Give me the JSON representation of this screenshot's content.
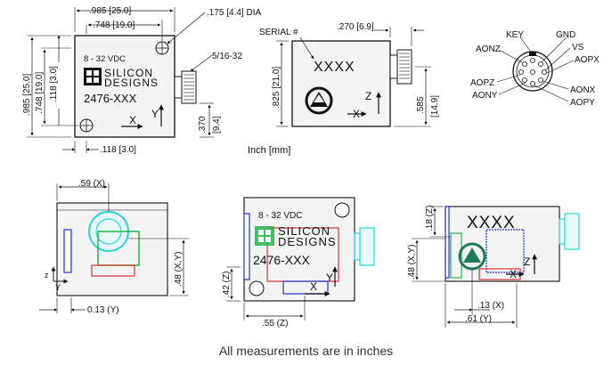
{
  "top_left": {
    "dim_top_outer": ".985 [25.0]",
    "dim_top_inner": ".748 [19.0]",
    "dim_hole": ".175 [4.4] DIA",
    "dim_thread": "5/16-32",
    "dim_left_outer": ".985 [25.0]",
    "dim_left_inner": ".748 [19.0]",
    "dim_left_small": ".118 [3.0]",
    "dim_bottom_small": ".118 [3.0]",
    "dim_conn_h1": ".370",
    "dim_conn_h2": "[9.4]",
    "voltage": "8 - 32 VDC",
    "brand1": "SILICON",
    "brand2": "DESIGNS",
    "model": "2476-XXX",
    "axis_x": "X",
    "axis_y": "Y"
  },
  "unit_label": "Inch [mm]",
  "top_mid": {
    "serial": "SERIAL #",
    "dim_top": ".270 [6.9]",
    "serial_value": "XXXX",
    "dim_left1": ".825 [21.0]",
    "dim_right1": ".585",
    "dim_right2": "[14.9]",
    "axis_x": "X",
    "axis_z": "Z"
  },
  "connector": {
    "pins": [
      "KEY",
      "GND",
      "AONZ",
      "VS",
      "AOPX",
      "AOPZ",
      "AONX",
      "AONY",
      "AOPY"
    ]
  },
  "bottom_left": {
    "dim_top": ".59 (X)",
    "dim_right": ".48 (X,Y)",
    "dim_bottom": "0.13 (Y)",
    "axis_z": "z",
    "axis_y": "Y"
  },
  "bottom_mid": {
    "voltage": "8 - 32 VDC",
    "brand1": "SILICON",
    "brand2": "DESIGNS",
    "model": "2476-XXX",
    "dim_left": ".42 (Z)",
    "dim_bottom": ".55 (Z)",
    "axis_x": "X",
    "axis_y": "Y"
  },
  "bottom_right": {
    "serial_value": "XXXX",
    "dim_top": ".18 (Z)",
    "dim_left": ".48 (X,Y)",
    "dim_b1": ".13 (X)",
    "dim_b2": ".61 (Y)",
    "axis_x": "X",
    "axis_z": "Z"
  },
  "caption": "All measurements are in inches",
  "colors": {
    "line": "#111111",
    "box": "#f3f3f3",
    "cyan": "#2bd3d3",
    "green": "#22b44a",
    "red": "#d33333",
    "blue": "#2233cc"
  }
}
